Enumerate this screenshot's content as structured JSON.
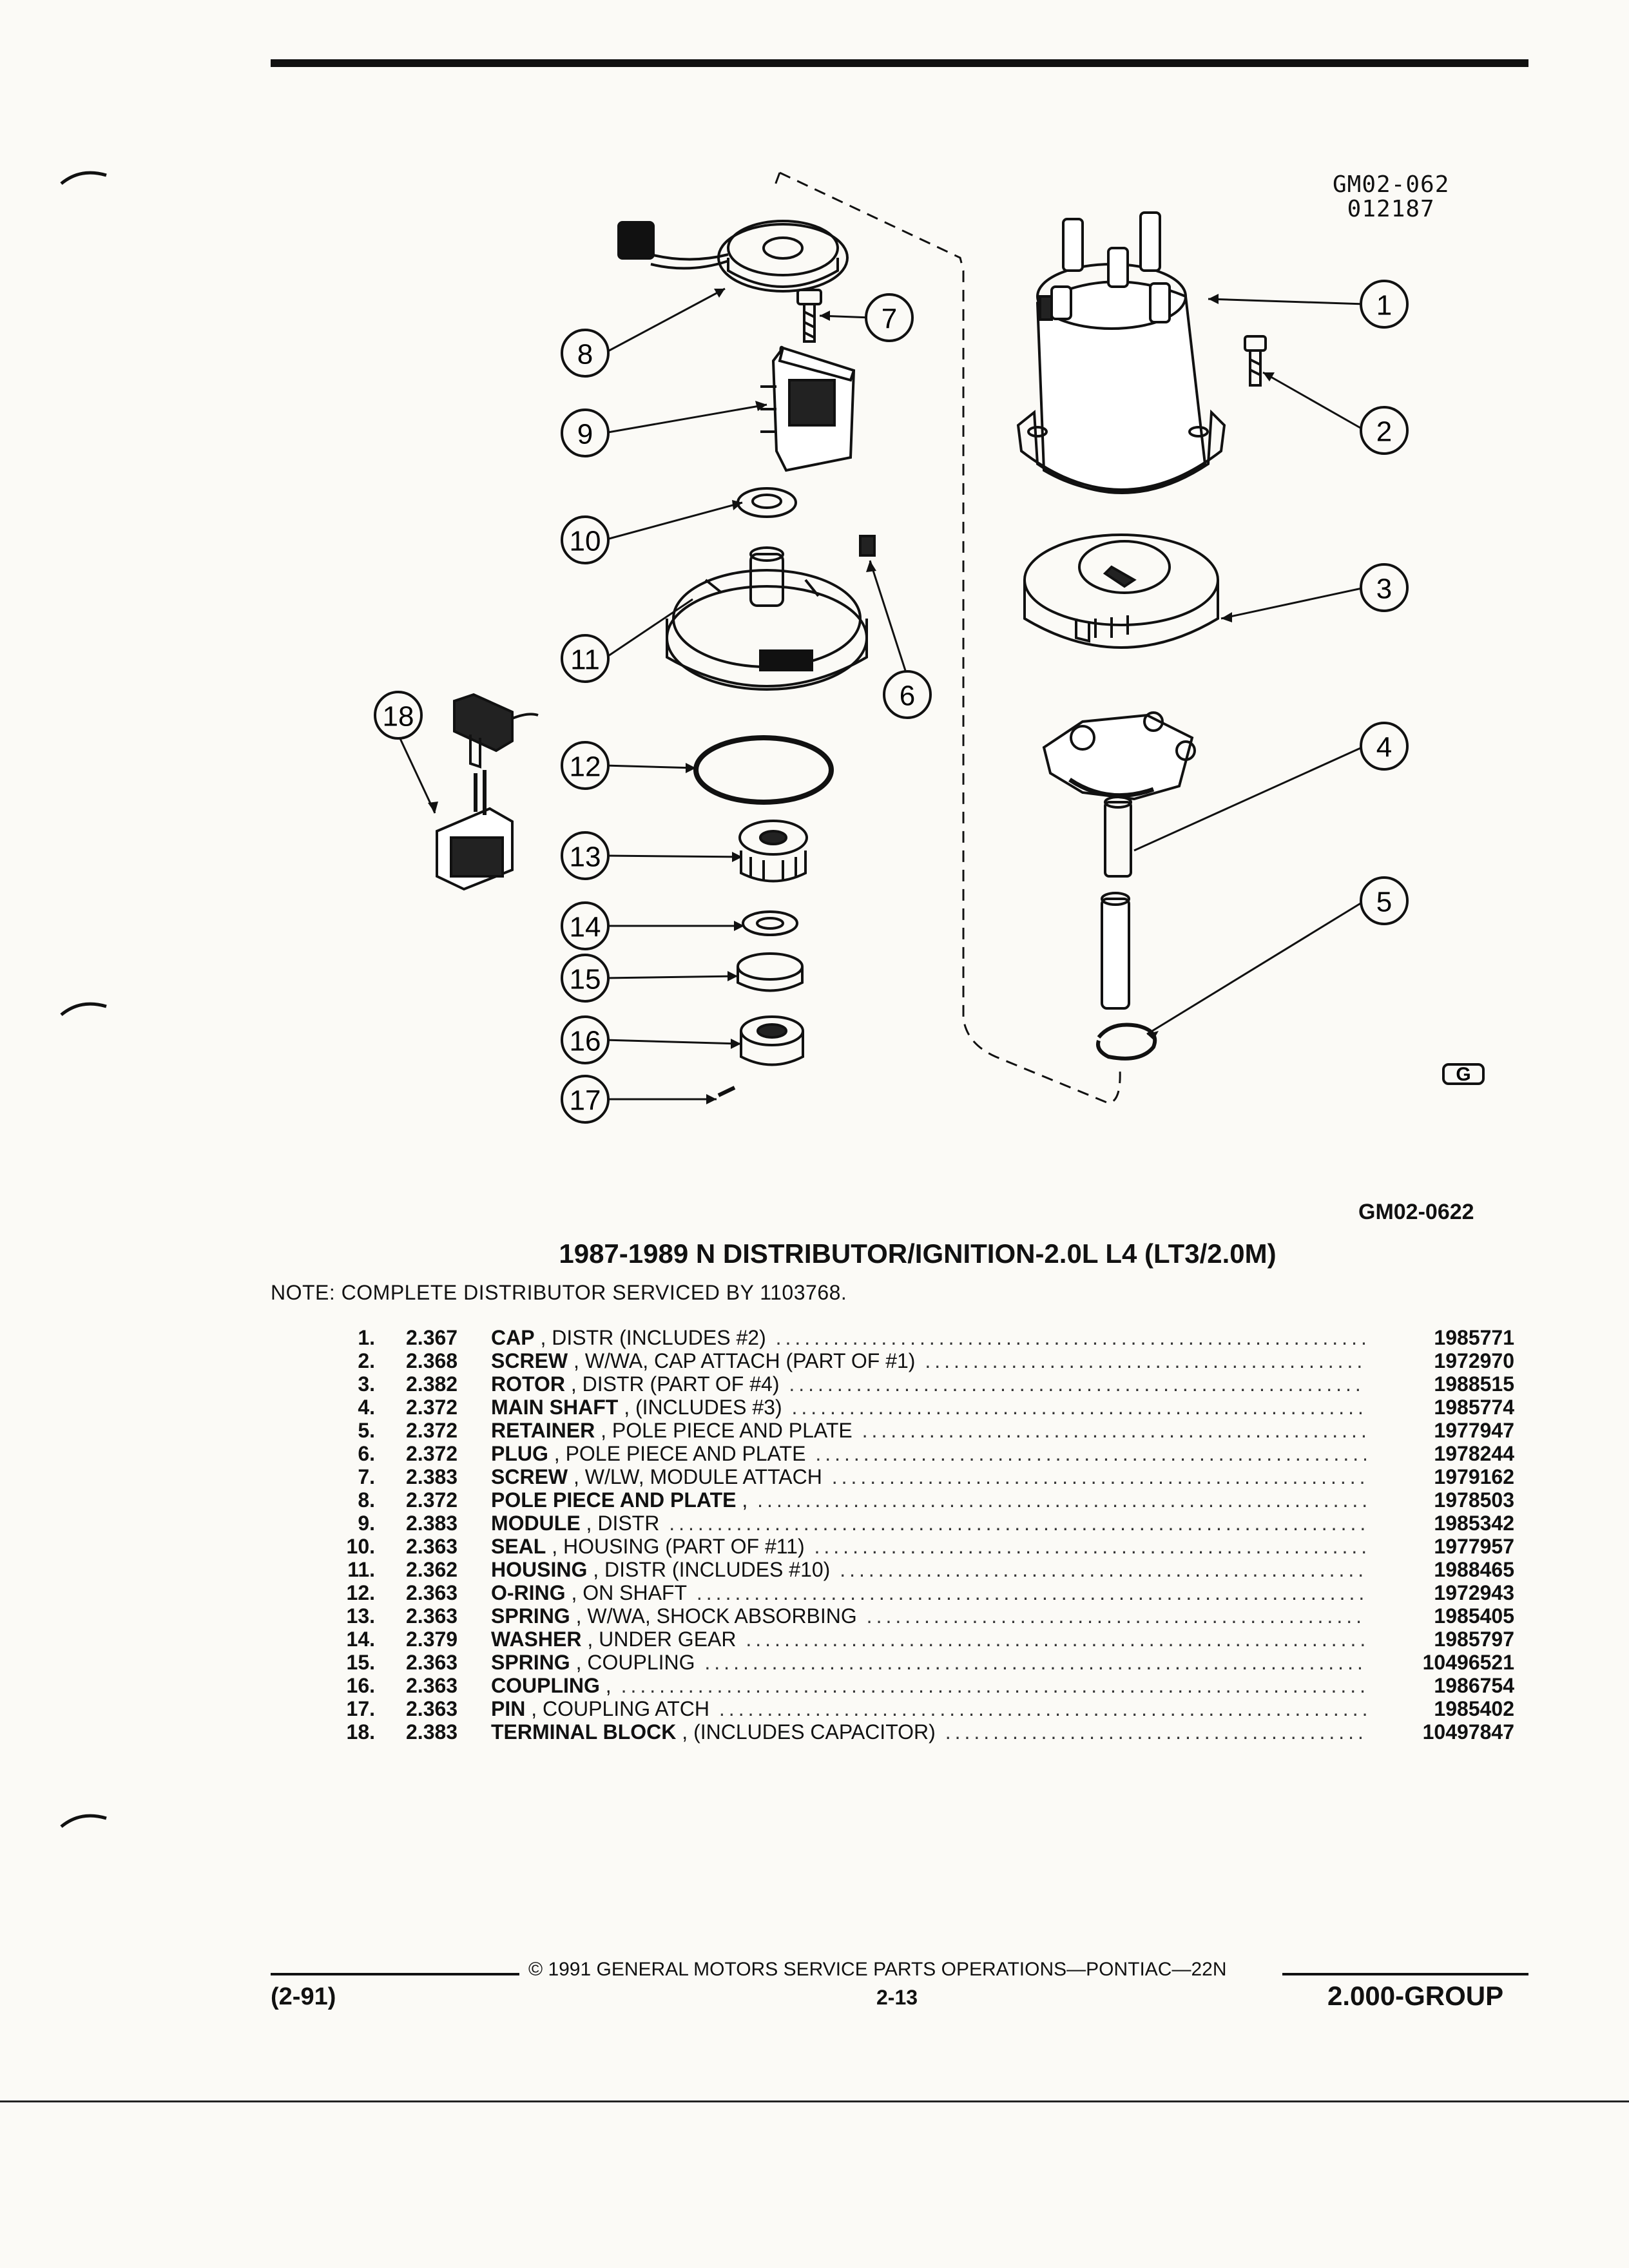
{
  "figure": {
    "code_top_line1": "GM02-062",
    "code_top_line2": "012187",
    "code_bottom": "GM02-0622",
    "logo_text": "G",
    "callouts": [
      "1",
      "2",
      "3",
      "4",
      "5",
      "6",
      "7",
      "8",
      "9",
      "10",
      "11",
      "12",
      "13",
      "14",
      "15",
      "16",
      "17",
      "18"
    ]
  },
  "title": "1987-1989 N DISTRIBUTOR/IGNITION-2.0L L4 (LT3/2.0M)",
  "note": "NOTE:  COMPLETE DISTRIBUTOR SERVICED BY 1103768.",
  "parts": [
    {
      "num": "1.",
      "group": "2.367",
      "name": "CAP",
      "detail": " , DISTR (INCLUDES #2)",
      "part_no": "1985771"
    },
    {
      "num": "2.",
      "group": "2.368",
      "name": "SCREW",
      "detail": " , W/WA, CAP ATTACH (PART OF #1)",
      "part_no": "1972970"
    },
    {
      "num": "3.",
      "group": "2.382",
      "name": "ROTOR",
      "detail": " , DISTR (PART OF #4)",
      "part_no": "1988515"
    },
    {
      "num": "4.",
      "group": "2.372",
      "name": "MAIN SHAFT",
      "detail": " , (INCLUDES #3)",
      "part_no": "1985774"
    },
    {
      "num": "5.",
      "group": "2.372",
      "name": "RETAINER",
      "detail": " , POLE PIECE AND PLATE",
      "part_no": "1977947"
    },
    {
      "num": "6.",
      "group": "2.372",
      "name": "PLUG",
      "detail": " , POLE PIECE AND PLATE",
      "part_no": "1978244"
    },
    {
      "num": "7.",
      "group": "2.383",
      "name": "SCREW",
      "detail": " , W/LW, MODULE ATTACH",
      "part_no": "1979162"
    },
    {
      "num": "8.",
      "group": "2.372",
      "name": "POLE PIECE AND PLATE",
      "detail": " ,",
      "part_no": "1978503"
    },
    {
      "num": "9.",
      "group": "2.383",
      "name": "MODULE",
      "detail": " , DISTR",
      "part_no": "1985342"
    },
    {
      "num": "10.",
      "group": "2.363",
      "name": "SEAL",
      "detail": " , HOUSING (PART OF #11)",
      "part_no": "1977957"
    },
    {
      "num": "11.",
      "group": "2.362",
      "name": "HOUSING",
      "detail": " , DISTR (INCLUDES #10)",
      "part_no": "1988465"
    },
    {
      "num": "12.",
      "group": "2.363",
      "name": "O-RING",
      "detail": " , ON SHAFT",
      "part_no": "1972943"
    },
    {
      "num": "13.",
      "group": "2.363",
      "name": "SPRING",
      "detail": " , W/WA, SHOCK ABSORBING",
      "part_no": "1985405"
    },
    {
      "num": "14.",
      "group": "2.379",
      "name": "WASHER",
      "detail": " , UNDER GEAR",
      "part_no": "1985797"
    },
    {
      "num": "15.",
      "group": "2.363",
      "name": "SPRING",
      "detail": " , COUPLING",
      "part_no": "10496521"
    },
    {
      "num": "16.",
      "group": "2.363",
      "name": "COUPLING",
      "detail": " ,",
      "part_no": "1986754"
    },
    {
      "num": "17.",
      "group": "2.363",
      "name": "PIN",
      "detail": " , COUPLING ATCH",
      "part_no": "1985402"
    },
    {
      "num": "18.",
      "group": "2.383",
      "name": "TERMINAL BLOCK",
      "detail": " , (INCLUDES CAPACITOR)",
      "part_no": "10497847"
    }
  ],
  "footer": {
    "copyright": "©  1991  GENERAL MOTORS SERVICE PARTS OPERATIONS—PONTIAC—22N",
    "page": "2-13",
    "date_code": "(2-91)",
    "group": "2.000-GROUP"
  }
}
